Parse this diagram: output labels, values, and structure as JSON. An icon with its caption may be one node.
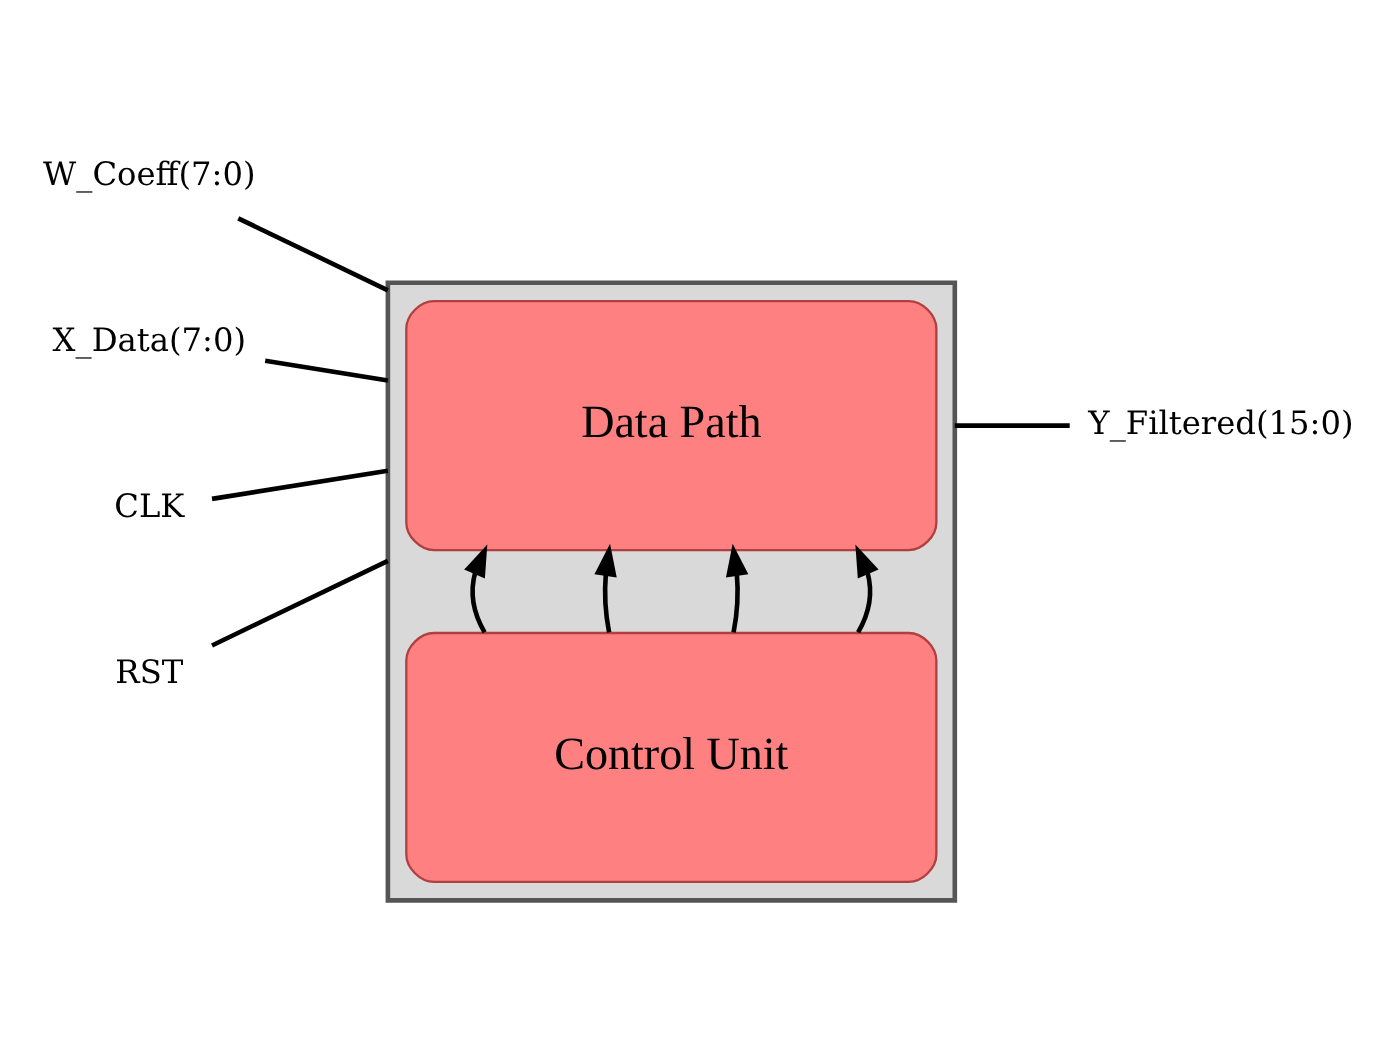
{
  "diagram": {
    "nodes": [
      {
        "text": [],
        "shape": "box"
      },
      {
        "text": [
          "Data Path"
        ],
        "in": 0
      },
      {
        "text": [
          "Control Unit"
        ],
        "in": 0
      },
      {
        "text": [
          "W_Coeff(7:0)"
        ]
      },
      {
        "text": [
          "X_Data(7:0)"
        ]
      },
      {
        "text": [
          "CLK"
        ]
      },
      {
        "text": [
          "RST"
        ]
      },
      {
        "text": [
          "Y_Filtered(15:0)"
        ]
      }
    ],
    "edges": [
      {
        "from": 3,
        "to": 0,
        "arrow": "none"
      },
      {
        "from": 4,
        "to": 0,
        "arrow": "none"
      },
      {
        "from": 5,
        "to": 0,
        "arrow": "none"
      },
      {
        "from": 6,
        "to": 0,
        "arrow": "none"
      },
      {
        "from": 0,
        "to": 7,
        "arrow": "none"
      },
      {
        "from": 2,
        "to": 1,
        "arrow": "to"
      },
      {
        "from": 2,
        "to": 1,
        "arrow": "to"
      },
      {
        "from": 2,
        "to": 1,
        "arrow": "to"
      },
      {
        "from": 2,
        "to": 1,
        "arrow": "to"
      }
    ]
  }
}
